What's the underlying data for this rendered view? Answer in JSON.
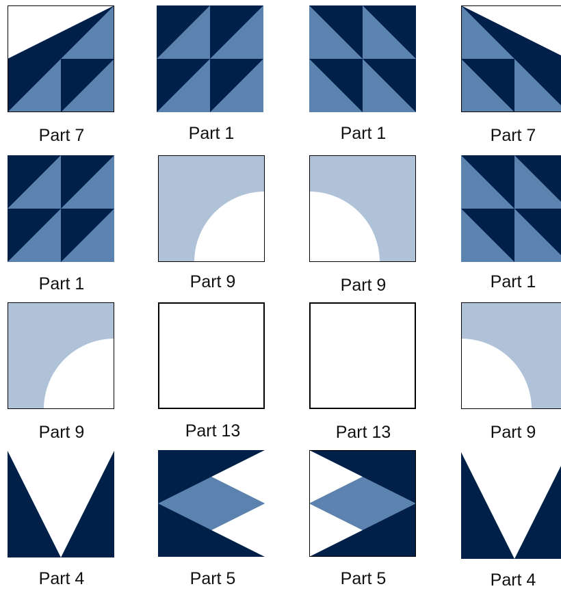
{
  "colors": {
    "dark": "#00204A",
    "medium": "#5C83AF",
    "light": "#AFC2D8",
    "white": "#FFFFFF",
    "outline": "#000000"
  },
  "blocks": [
    {
      "id": "r1c1",
      "part_label": "Part 7",
      "pattern": "half-square-diagonal"
    },
    {
      "id": "r1c2",
      "part_label": "Part 1",
      "pattern": "pinwheel"
    },
    {
      "id": "r1c3",
      "part_label": "Part 1",
      "pattern": "pinwheel-mirrored"
    },
    {
      "id": "r1c4",
      "part_label": "Part 7",
      "pattern": "half-square-diagonal-mirrored"
    },
    {
      "id": "r2c1",
      "part_label": "Part 1",
      "pattern": "pinwheel"
    },
    {
      "id": "r2c2",
      "part_label": "Part 9",
      "pattern": "quarter-circle-bottom-right"
    },
    {
      "id": "r2c3",
      "part_label": "Part 9",
      "pattern": "quarter-circle-bottom-left"
    },
    {
      "id": "r2c4",
      "part_label": "Part 1",
      "pattern": "pinwheel-mirrored"
    },
    {
      "id": "r3c1",
      "part_label": "Part 9",
      "pattern": "quarter-circle-bottom-right"
    },
    {
      "id": "r3c2",
      "part_label": "Part 13",
      "pattern": "blank"
    },
    {
      "id": "r3c3",
      "part_label": "Part 13",
      "pattern": "blank"
    },
    {
      "id": "r3c4",
      "part_label": "Part 9",
      "pattern": "quarter-circle-bottom-left"
    },
    {
      "id": "r4c1",
      "part_label": "Part 4",
      "pattern": "v-triangle"
    },
    {
      "id": "r4c2",
      "part_label": "Part 5",
      "pattern": "diamond-right"
    },
    {
      "id": "r4c3",
      "part_label": "Part 5",
      "pattern": "diamond-left"
    },
    {
      "id": "r4c4",
      "part_label": "Part 4",
      "pattern": "v-triangle"
    }
  ]
}
